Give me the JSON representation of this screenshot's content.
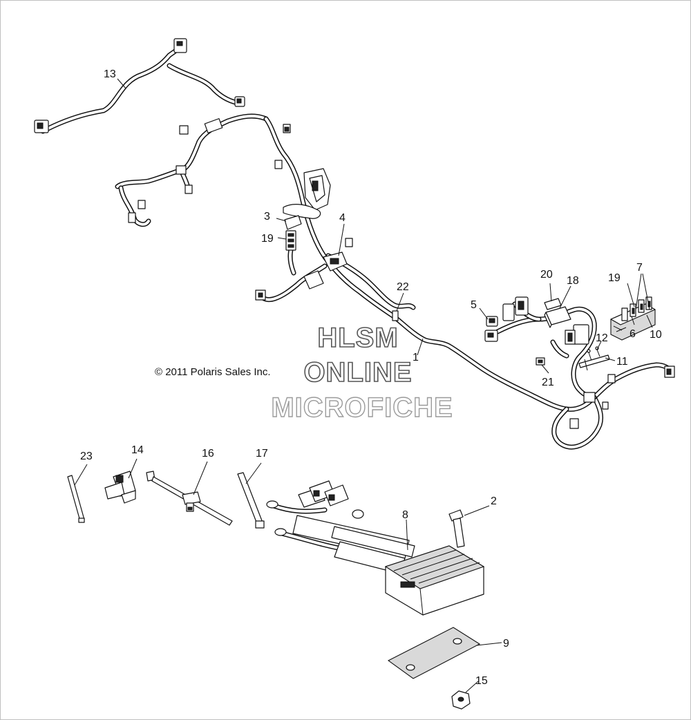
{
  "watermark": {
    "line1": "HLSM",
    "line2": "ONLINE",
    "line3": "MICROFICHE"
  },
  "copyright": "© 2011 Polaris Sales Inc.",
  "callouts": {
    "c1": "1",
    "c2": "2",
    "c3": "3",
    "c4": "4",
    "c5": "5",
    "c6": "6",
    "c7": "7",
    "c8": "8",
    "c9": "9",
    "c10": "10",
    "c11": "11",
    "c12": "12",
    "c13": "13",
    "c14": "14",
    "c15": "15",
    "c16": "16",
    "c17": "17",
    "c18": "18",
    "c19a": "19",
    "c19b": "19",
    "c20": "20",
    "c21": "21",
    "c22": "22",
    "c23": "23"
  }
}
